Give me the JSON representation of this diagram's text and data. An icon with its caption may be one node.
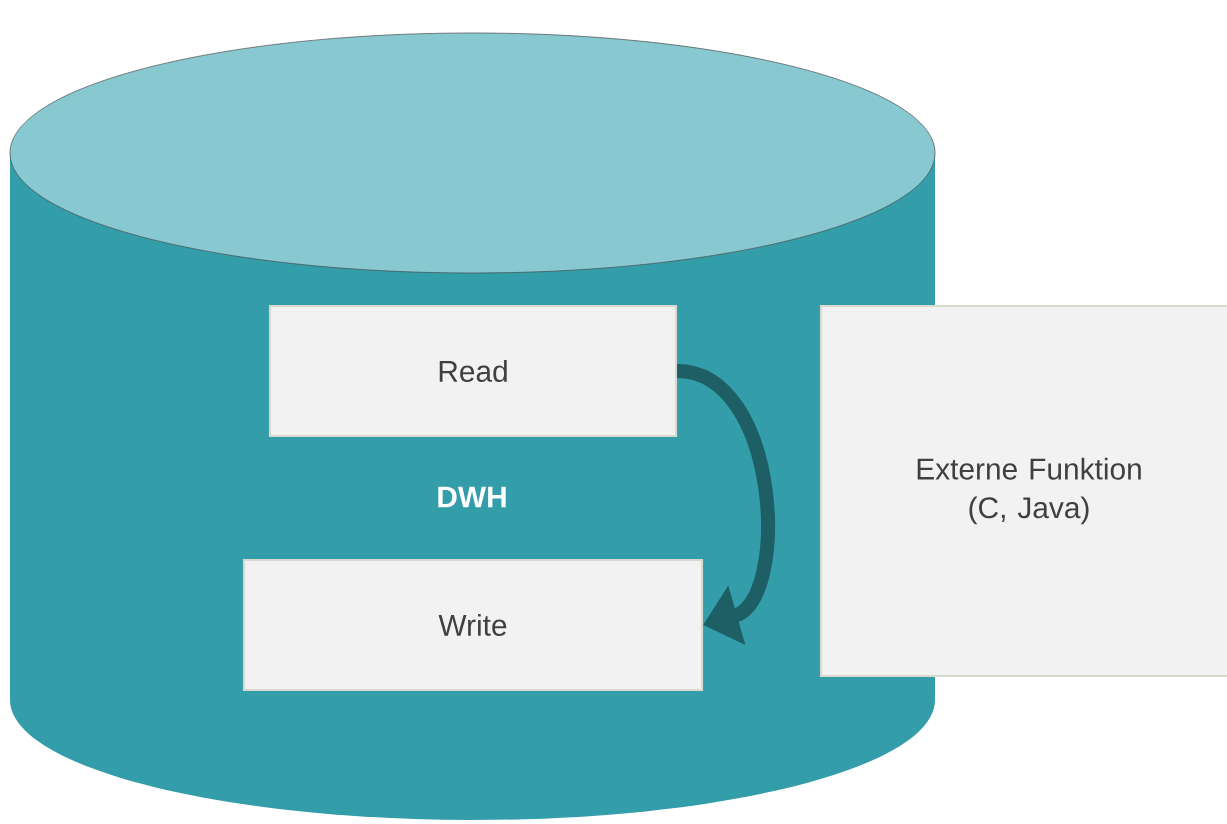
{
  "diagram": {
    "nodes": [
      {
        "text": [
          "DWH"
        ]
      },
      {
        "text": [
          "Read"
        ],
        "in": 0
      },
      {
        "text": [
          "Write"
        ],
        "in": 0
      },
      {
        "text": [
          "Externe Funktion (C, Java)"
        ]
      }
    ],
    "edges": [
      {
        "from": 1,
        "to": 2,
        "arrow": "to"
      }
    ]
  }
}
